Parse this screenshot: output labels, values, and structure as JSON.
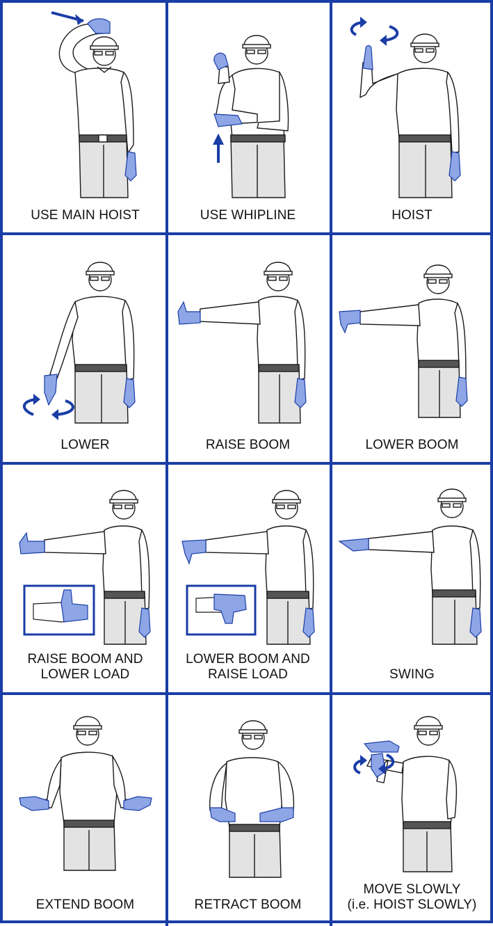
{
  "accent_color": "#1a3da6",
  "glove_color": "#8ea6e6",
  "pants_color": "#e3e3e3",
  "signals": [
    {
      "lines": [
        "USE MAIN HOIST"
      ]
    },
    {
      "lines": [
        "USE WHIPLINE"
      ]
    },
    {
      "lines": [
        "HOIST"
      ]
    },
    {
      "lines": [
        "LOWER"
      ]
    },
    {
      "lines": [
        "RAISE BOOM"
      ]
    },
    {
      "lines": [
        "LOWER BOOM"
      ]
    },
    {
      "lines": [
        "RAISE BOOM AND",
        "LOWER LOAD"
      ]
    },
    {
      "lines": [
        "LOWER BOOM AND",
        "RAISE LOAD"
      ]
    },
    {
      "lines": [
        "SWING"
      ]
    },
    {
      "lines": [
        "EXTEND BOOM"
      ]
    },
    {
      "lines": [
        "RETRACT BOOM"
      ]
    },
    {
      "lines": [
        "MOVE SLOWLY",
        "(i.e. HOIST SLOWLY)"
      ]
    }
  ]
}
